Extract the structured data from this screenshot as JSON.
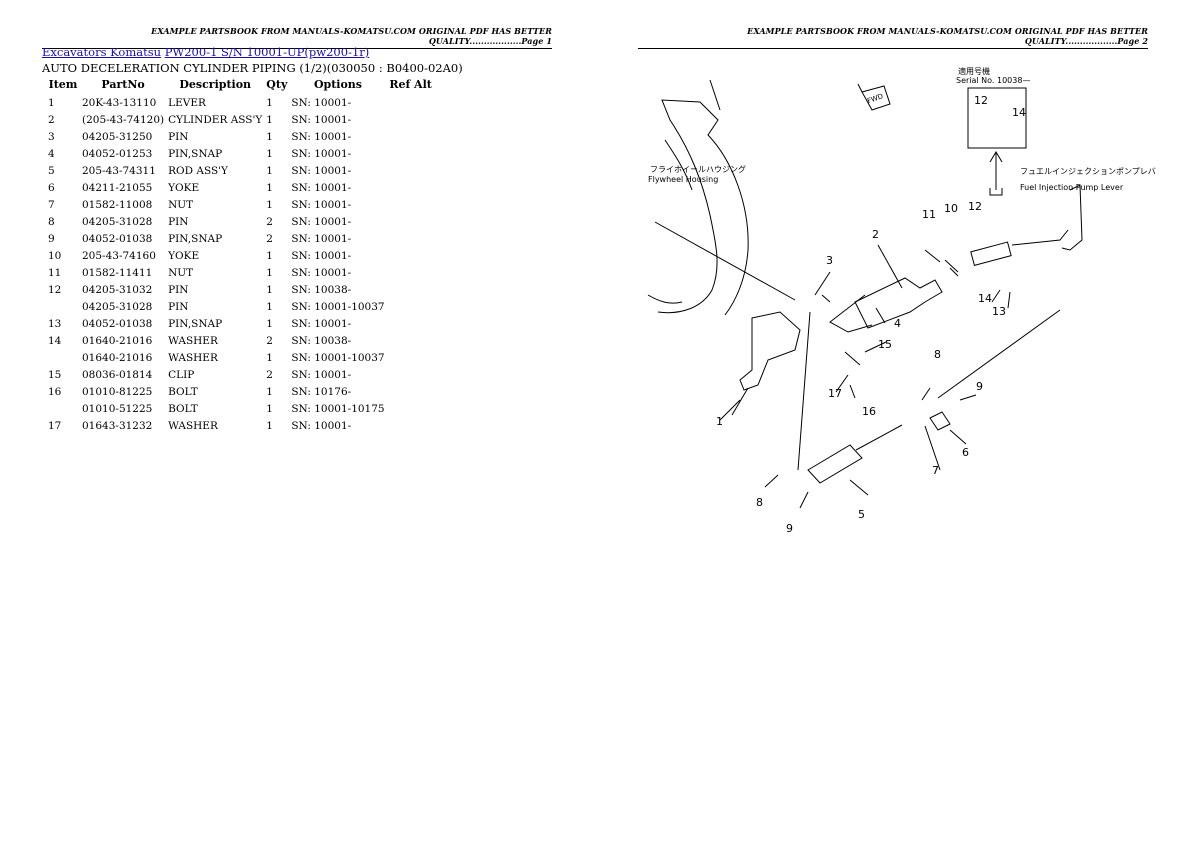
{
  "header": {
    "page1": "EXAMPLE PARTSBOOK FROM MANUALS-KOMATSU.COM ORIGINAL PDF HAS BETTER QUALITY..................Page 1",
    "page2": "EXAMPLE PARTSBOOK FROM MANUALS-KOMATSU.COM ORIGINAL PDF HAS BETTER QUALITY..................Page 2"
  },
  "breadcrumb": {
    "link1": "Excavators Komatsu",
    "link2": "PW200-1 S/N 10001-UP(pw200-1r)"
  },
  "subtitle": "AUTO DECELERATION CYLINDER PIPING (1/2)(030050 : B0400-02A0)",
  "table": {
    "headers": {
      "item": "Item",
      "partno": "PartNo",
      "description": "Description",
      "qty": "Qty",
      "options": "Options",
      "refalt": "Ref Alt"
    },
    "rows": [
      {
        "item": "1",
        "partno": "20K-43-13110",
        "description": "LEVER",
        "qty": "1",
        "options": "SN: 10001-"
      },
      {
        "item": "2",
        "partno": "(205-43-74120)",
        "description": "CYLINDER ASS'Y",
        "qty": "1",
        "options": "SN: 10001-"
      },
      {
        "item": "3",
        "partno": "04205-31250",
        "description": "PIN",
        "qty": "1",
        "options": "SN: 10001-"
      },
      {
        "item": "4",
        "partno": "04052-01253",
        "description": "PIN,SNAP",
        "qty": "1",
        "options": "SN: 10001-"
      },
      {
        "item": "5",
        "partno": "205-43-74311",
        "description": "ROD ASS'Y",
        "qty": "1",
        "options": "SN: 10001-"
      },
      {
        "item": "6",
        "partno": "04211-21055",
        "description": "YOKE",
        "qty": "1",
        "options": "SN: 10001-"
      },
      {
        "item": "7",
        "partno": "01582-11008",
        "description": "NUT",
        "qty": "1",
        "options": "SN: 10001-"
      },
      {
        "item": "8",
        "partno": "04205-31028",
        "description": "PIN",
        "qty": "2",
        "options": "SN: 10001-"
      },
      {
        "item": "9",
        "partno": "04052-01038",
        "description": "PIN,SNAP",
        "qty": "2",
        "options": "SN: 10001-"
      },
      {
        "item": "10",
        "partno": "205-43-74160",
        "description": "YOKE",
        "qty": "1",
        "options": "SN: 10001-"
      },
      {
        "item": "11",
        "partno": "01582-11411",
        "description": "NUT",
        "qty": "1",
        "options": "SN: 10001-"
      },
      {
        "item": "12",
        "partno": "04205-31032",
        "description": "PIN",
        "qty": "1",
        "options": "SN: 10038-"
      },
      {
        "item": "",
        "partno": "04205-31028",
        "description": "PIN",
        "qty": "1",
        "options": "SN: 10001-10037"
      },
      {
        "item": "13",
        "partno": "04052-01038",
        "description": "PIN,SNAP",
        "qty": "1",
        "options": "SN: 10001-"
      },
      {
        "item": "14",
        "partno": "01640-21016",
        "description": "WASHER",
        "qty": "2",
        "options": "SN: 10038-"
      },
      {
        "item": "",
        "partno": "01640-21016",
        "description": "WASHER",
        "qty": "1",
        "options": "SN: 10001-10037"
      },
      {
        "item": "15",
        "partno": "08036-01814",
        "description": "CLIP",
        "qty": "2",
        "options": "SN: 10001-"
      },
      {
        "item": "16",
        "partno": "01010-81225",
        "description": "BOLT",
        "qty": "1",
        "options": "SN: 10176-"
      },
      {
        "item": "",
        "partno": "01010-51225",
        "description": "BOLT",
        "qty": "1",
        "options": "SN: 10001-10175"
      },
      {
        "item": "17",
        "partno": "01643-31232",
        "description": "WASHER",
        "qty": "1",
        "options": "SN: 10001-"
      }
    ]
  },
  "diagram": {
    "fwd": "FWD",
    "serial_jp": "適用号機",
    "serial_label": "Serial No. 10038—",
    "flywheel_jp": "フライホイールハウジング",
    "flywheel_label": "Flywheel Housing",
    "pump_jp": "フュエルインジェクションポンプレバ",
    "pump_label": "Fuel Injection Pump Lever",
    "callouts": [
      "1",
      "2",
      "3",
      "4",
      "5",
      "6",
      "7",
      "8",
      "9",
      "10",
      "11",
      "12",
      "13",
      "14",
      "15",
      "16",
      "17",
      "8",
      "9",
      "12",
      "14"
    ]
  }
}
